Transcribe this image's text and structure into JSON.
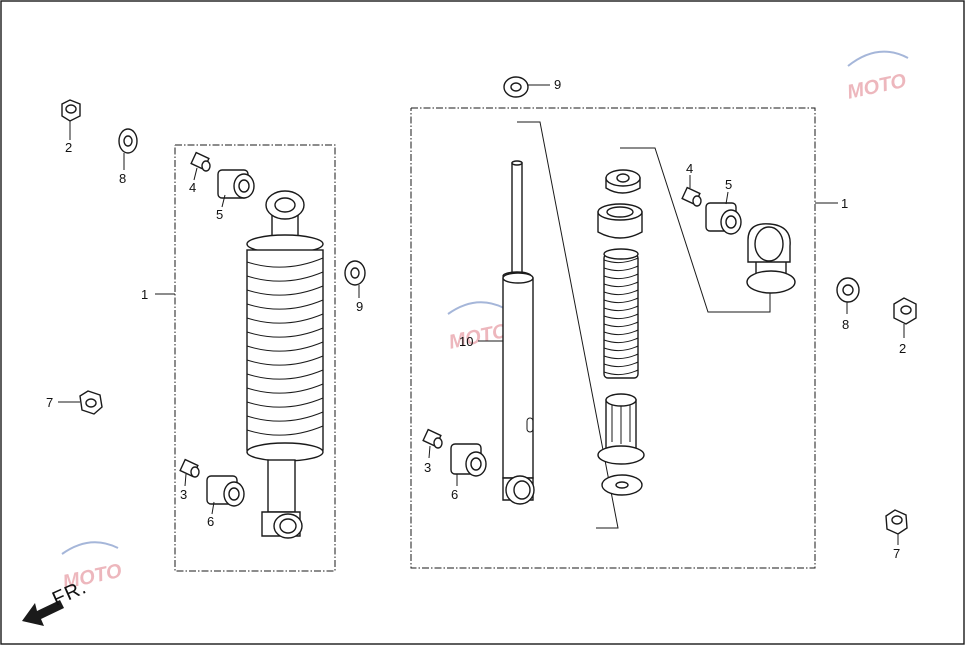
{
  "callouts": {
    "c1_left": "1",
    "c2_left": "2",
    "c3_left": "3",
    "c4_left": "4",
    "c5_left": "5",
    "c6_left": "6",
    "c7_left": "7",
    "c8_left": "8",
    "c9_left": "9",
    "c9_top": "9",
    "c10": "10",
    "c4_right": "4",
    "c5_right": "5",
    "c3_right": "3",
    "c6_right": "6",
    "c1_right": "1",
    "c8_right": "8",
    "c2_right": "2",
    "c7_right": "7"
  },
  "direction_label": "FR.",
  "watermark": "MOTO",
  "colors": {
    "line": "#1a1a1a",
    "watermark": "#e8a0a8",
    "watermark_blue": "#7f97c9"
  }
}
